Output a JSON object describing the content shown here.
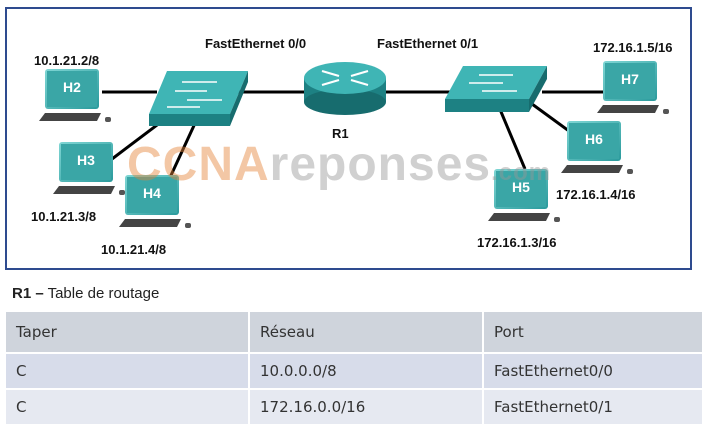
{
  "diagram": {
    "interfaces": {
      "left": "FastEthernet 0/0",
      "right": "FastEthernet 0/1"
    },
    "router": {
      "name": "R1"
    },
    "hosts": [
      {
        "id": "H2",
        "ip": "10.1.21.2/8"
      },
      {
        "id": "H3",
        "ip": "10.1.21.3/8"
      },
      {
        "id": "H4",
        "ip": "10.1.21.4/8"
      },
      {
        "id": "H5",
        "ip": "172.16.1.3/16"
      },
      {
        "id": "H6",
        "ip": "172.16.1.4/16"
      },
      {
        "id": "H7",
        "ip": "172.16.1.5/16"
      }
    ],
    "watermark": {
      "part1": "CCNA",
      "part2": "reponses",
      "part3": ".com"
    },
    "colors": {
      "device": "#2a9a9c",
      "switch_top": "#3fb5b5",
      "frame": "#2e4b8f"
    }
  },
  "caption": {
    "bold": "R1 –",
    "text": " Table de routage"
  },
  "table": {
    "headers": [
      "Taper",
      "Réseau",
      "Port"
    ],
    "rows": [
      [
        "C",
        "10.0.0.0/8",
        "FastEthernet0/0"
      ],
      [
        "C",
        "172.16.0.0/16",
        "FastEthernet0/1"
      ]
    ]
  }
}
